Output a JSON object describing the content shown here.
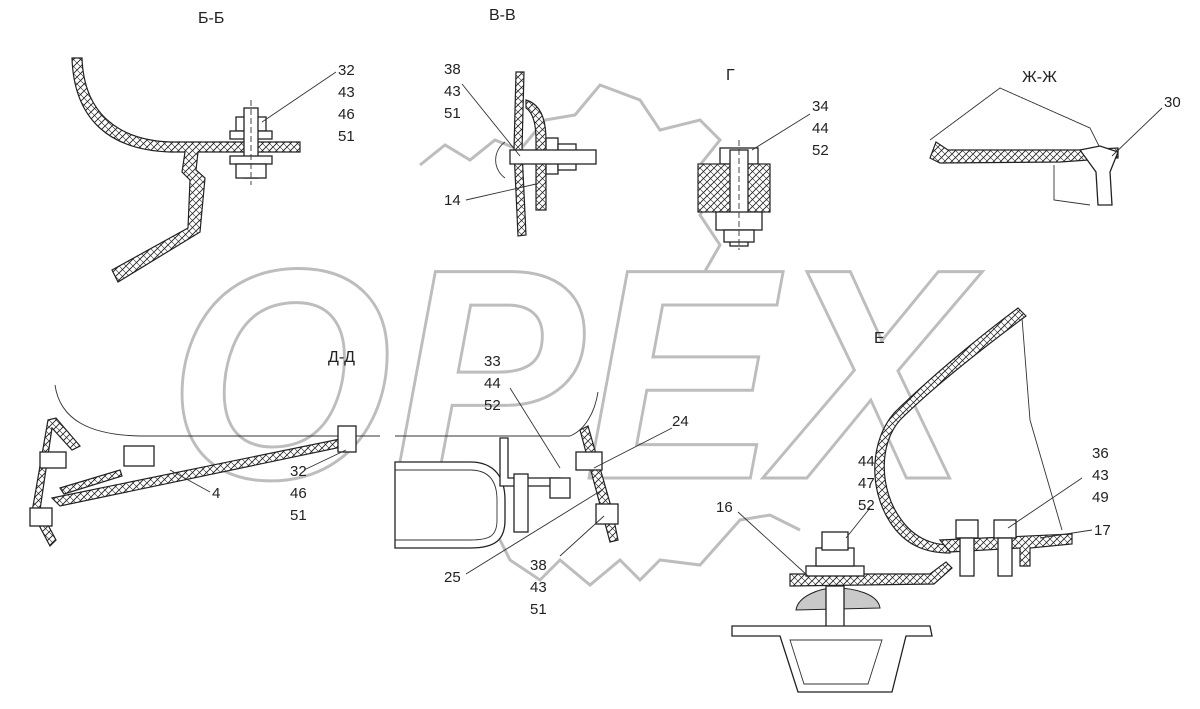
{
  "sections": {
    "bb": "Б-Б",
    "vv": "В-В",
    "g": "Г",
    "zhzh": "Ж-Ж",
    "dd": "Д-Д",
    "e": "Е"
  },
  "watermark": {
    "text": "OPEX"
  },
  "callouts": {
    "bb_stack": [
      "32",
      "43",
      "46",
      "51"
    ],
    "vv_stack": [
      "38",
      "43",
      "51"
    ],
    "vv_part": "14",
    "g_stack": [
      "34",
      "44",
      "52"
    ],
    "zhzh_part": "30",
    "dd_part": "4",
    "dd_stack": [
      "32",
      "46",
      "51"
    ],
    "mid_top_stack": [
      "33",
      "44",
      "52"
    ],
    "mid_part_24": "24",
    "mid_part_25": "25",
    "mid_bottom_stack": [
      "38",
      "43",
      "51"
    ],
    "e_left_part": "16",
    "e_center_stack": [
      "44",
      "47",
      "52"
    ],
    "e_right_stack": [
      "36",
      "43",
      "49"
    ],
    "e_right_part": "17"
  }
}
